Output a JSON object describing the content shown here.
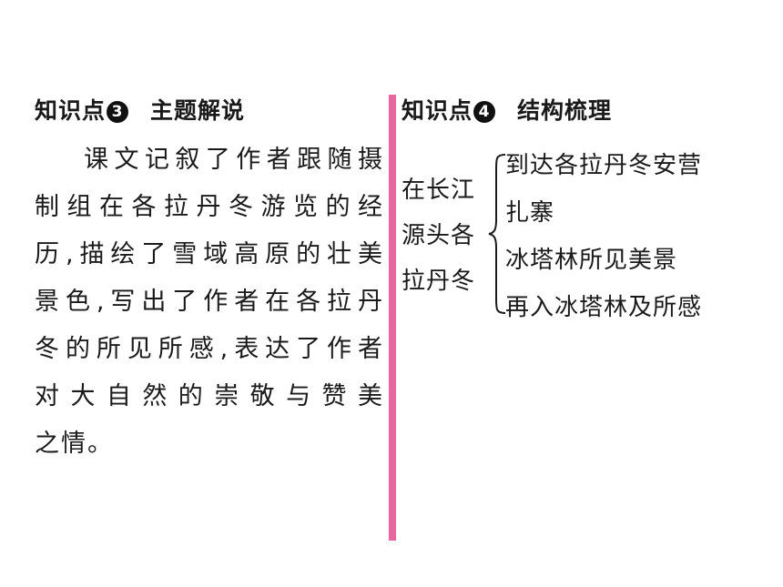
{
  "left": {
    "title_prefix": "知识点",
    "title_number": "3",
    "title_text": "主题解说",
    "paragraph_lines": [
      "课文记叙了作者跟随摄",
      "制组在各拉丹冬游览的经",
      "历,描绘了雪域高原的壮美",
      "景色,写出了作者在各拉丹",
      "冬的所见所感,表达了作者",
      "对大自然的崇敬与赞美",
      "之情。"
    ]
  },
  "right": {
    "title_prefix": "知识点",
    "title_number": "4",
    "title_text": "结构梳理",
    "root_lines": [
      "在长江",
      "源头各",
      "拉丹冬"
    ],
    "branches": [
      "到达各拉丹冬安营",
      "扎寨",
      "冰塔林所见美景",
      "再入冰塔林及所感"
    ]
  },
  "colors": {
    "divider": "#e9679f",
    "text": "#1a1a1a"
  }
}
